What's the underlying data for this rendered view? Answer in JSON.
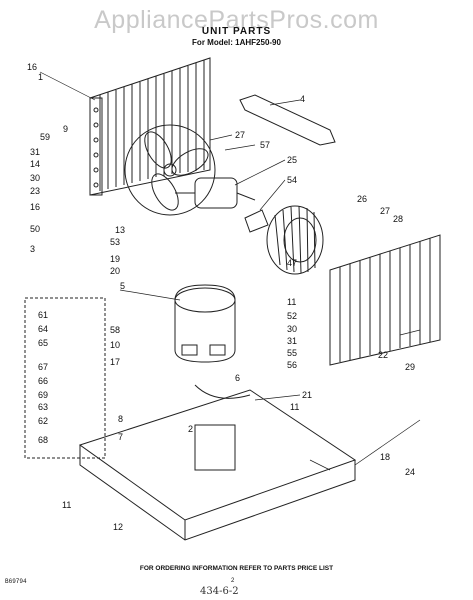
{
  "watermark": "AppliancePartsPros.com",
  "header": {
    "title": "UNIT PARTS",
    "model": "For Model: 1AHF250-90"
  },
  "footer": {
    "note": "FOR ORDERING INFORMATION REFER TO PARTS PRICE LIST",
    "code": "B69794",
    "page": "2",
    "handwritten": "434-6-2"
  },
  "callouts": [
    "16",
    "1",
    "59",
    "9",
    "31",
    "14",
    "30",
    "23",
    "16",
    "50",
    "3",
    "13",
    "53",
    "19",
    "20",
    "4",
    "27",
    "57",
    "25",
    "54",
    "26",
    "27",
    "28",
    "5",
    "47",
    "11",
    "52",
    "30",
    "31",
    "55",
    "56",
    "22",
    "29",
    "61",
    "64",
    "65",
    "67",
    "66",
    "69",
    "63",
    "62",
    "68",
    "58",
    "10",
    "17",
    "6",
    "21",
    "11",
    "8",
    "7",
    "2",
    "18",
    "24",
    "11",
    "12"
  ]
}
